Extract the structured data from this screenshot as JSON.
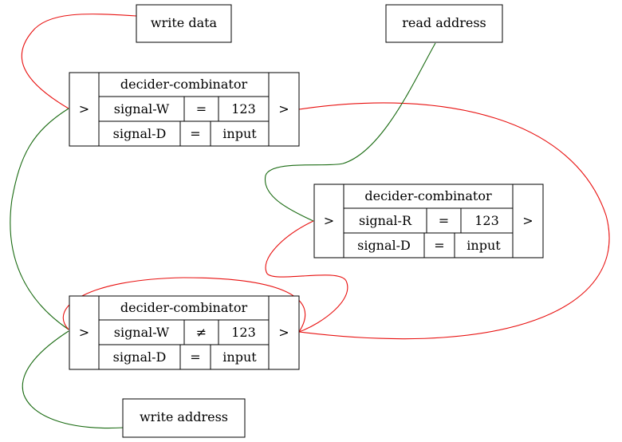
{
  "colors": {
    "red_wire": "#e8100f",
    "green_wire": "#1a6b12",
    "outline": "#000000"
  },
  "terminals": {
    "write_data": "write data",
    "read_address": "read address",
    "write_address": "write address"
  },
  "combinators": [
    {
      "title": "decider-combinator",
      "in_port": ">",
      "out_port": ">",
      "condition": {
        "signal": "signal-W",
        "op": "=",
        "value": "123"
      },
      "output": {
        "signal": "signal-D",
        "op": "=",
        "value": "input"
      }
    },
    {
      "title": "decider-combinator",
      "in_port": ">",
      "out_port": ">",
      "condition": {
        "signal": "signal-R",
        "op": "=",
        "value": "123"
      },
      "output": {
        "signal": "signal-D",
        "op": "=",
        "value": "input"
      }
    },
    {
      "title": "decider-combinator",
      "in_port": ">",
      "out_port": ">",
      "condition": {
        "signal": "signal-W",
        "op": "≠",
        "value": "123"
      },
      "output": {
        "signal": "signal-D",
        "op": "=",
        "value": "input"
      }
    }
  ]
}
